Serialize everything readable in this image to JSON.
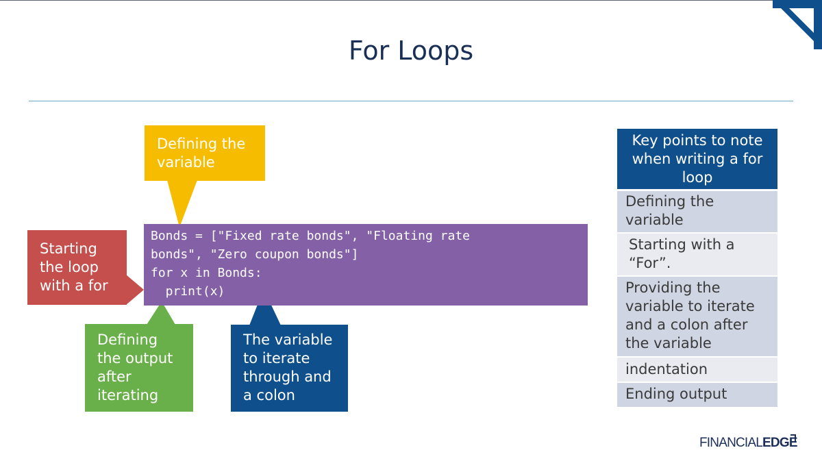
{
  "slide": {
    "title": "For Loops"
  },
  "callouts": {
    "defining_variable": "Defining the\nvariable",
    "starting_loop": "Starting\nthe loop\nwith a for",
    "defining_output": "Defining\nthe output\nafter\niterating",
    "variable_iterate": "The variable\nto iterate\nthrough and\na colon"
  },
  "code": {
    "lines": [
      "Bonds = [\"Fixed rate bonds\", \"Floating rate",
      "bonds\", \"Zero coupon bonds\"]",
      "for x in Bonds:",
      "  print(x)"
    ]
  },
  "key_points": {
    "header": "Key points to note\nwhen writing a for\nloop",
    "items": [
      "Defining the\nvariable",
      "Starting with a\n“For”.",
      "Providing the\nvariable to iterate\nand a colon after\nthe variable",
      "indentation",
      "Ending output"
    ]
  },
  "logo": {
    "part1": "FINANCIAL",
    "part2": "EDGE"
  },
  "colors": {
    "title": "#1a2f55",
    "yellow": "#f6bd00",
    "red": "#c44f4c",
    "green": "#6ab04a",
    "blue": "#0e4f8c",
    "purple": "#8461a6",
    "row_dark": "#d0d5e3",
    "row_light": "#e9ebf1"
  }
}
